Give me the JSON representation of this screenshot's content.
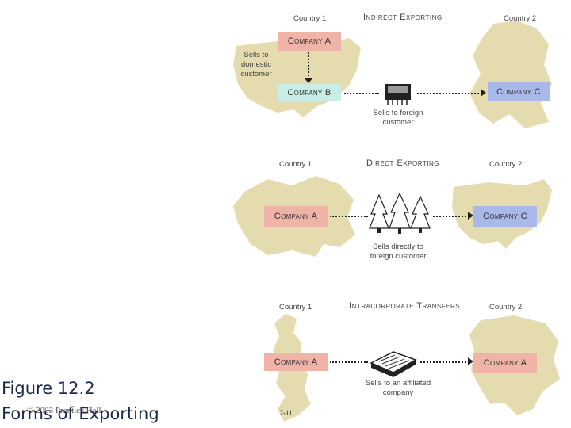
{
  "caption": {
    "line1": "Figure 12.2",
    "line2": "Forms of Exporting"
  },
  "copyright": "© 2003 Prentice Hall",
  "page_number": "12-11",
  "panels": [
    {
      "title": "Indirect Exporting",
      "country1": "Country 1",
      "country2": "Country 2",
      "company_a": "Company A",
      "company_b": "Company B",
      "company_c": "Company C",
      "side_note": "Sells to domestic customer",
      "center_note": "Sells to foreign customer"
    },
    {
      "title": "Direct Exporting",
      "country1": "Country 1",
      "country2": "Country 2",
      "company_a": "Company A",
      "company_c": "Company C",
      "center_note": "Sells directly to foreign customer"
    },
    {
      "title": "Intracorporate Transfers",
      "country1": "Country 1",
      "country2": "Country 2",
      "company_a": "Company A",
      "company_a2": "Company A",
      "center_note": "Sells to an affiliated company"
    }
  ],
  "colors": {
    "map": "#e4dcae",
    "company_a": "#f0b3a8",
    "company_b": "#c8ede6",
    "company_c": "#a9b8e8"
  }
}
